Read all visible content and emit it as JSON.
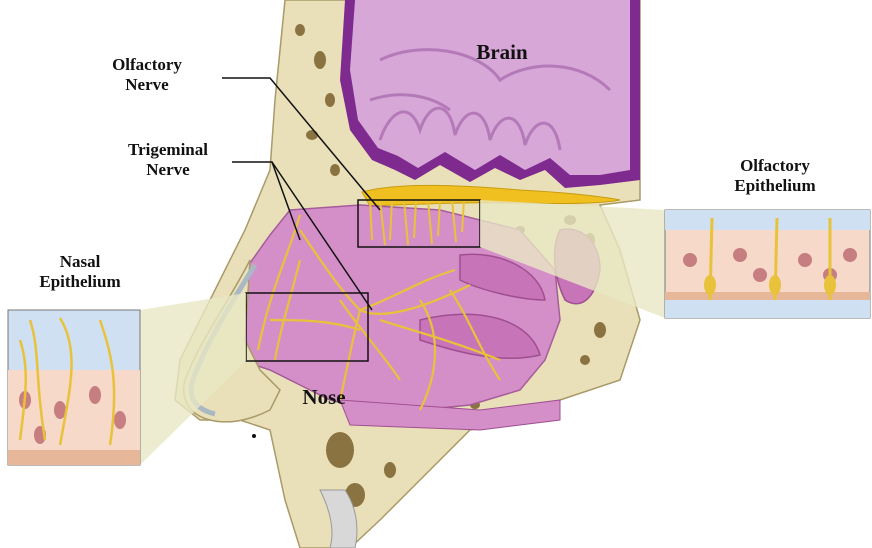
{
  "labels": {
    "brain": "Brain",
    "nose": "Nose",
    "olfactory_nerve": [
      "Olfactory",
      "Nerve"
    ],
    "trigeminal_nerve": [
      "Trigeminal",
      "Nerve"
    ],
    "olfactory_epithelium": [
      "Olfactory",
      "Epithelium"
    ],
    "nasal_epithelium": [
      "Nasal",
      "Epithelium"
    ]
  },
  "colors": {
    "brain_outer": "#7e2a8e",
    "brain_inner": "#c98ac9",
    "brain_fill": "#d7a7d8",
    "bone": "#e9e0b9",
    "bone_dots": "#8a7340",
    "nasal_cavity": "#d58fc8",
    "nerve": "#e8c23a",
    "mucus": "#cfe0f2",
    "cell": "#f6d9c8",
    "nucleus": "#c67e80",
    "line": "#111111"
  }
}
